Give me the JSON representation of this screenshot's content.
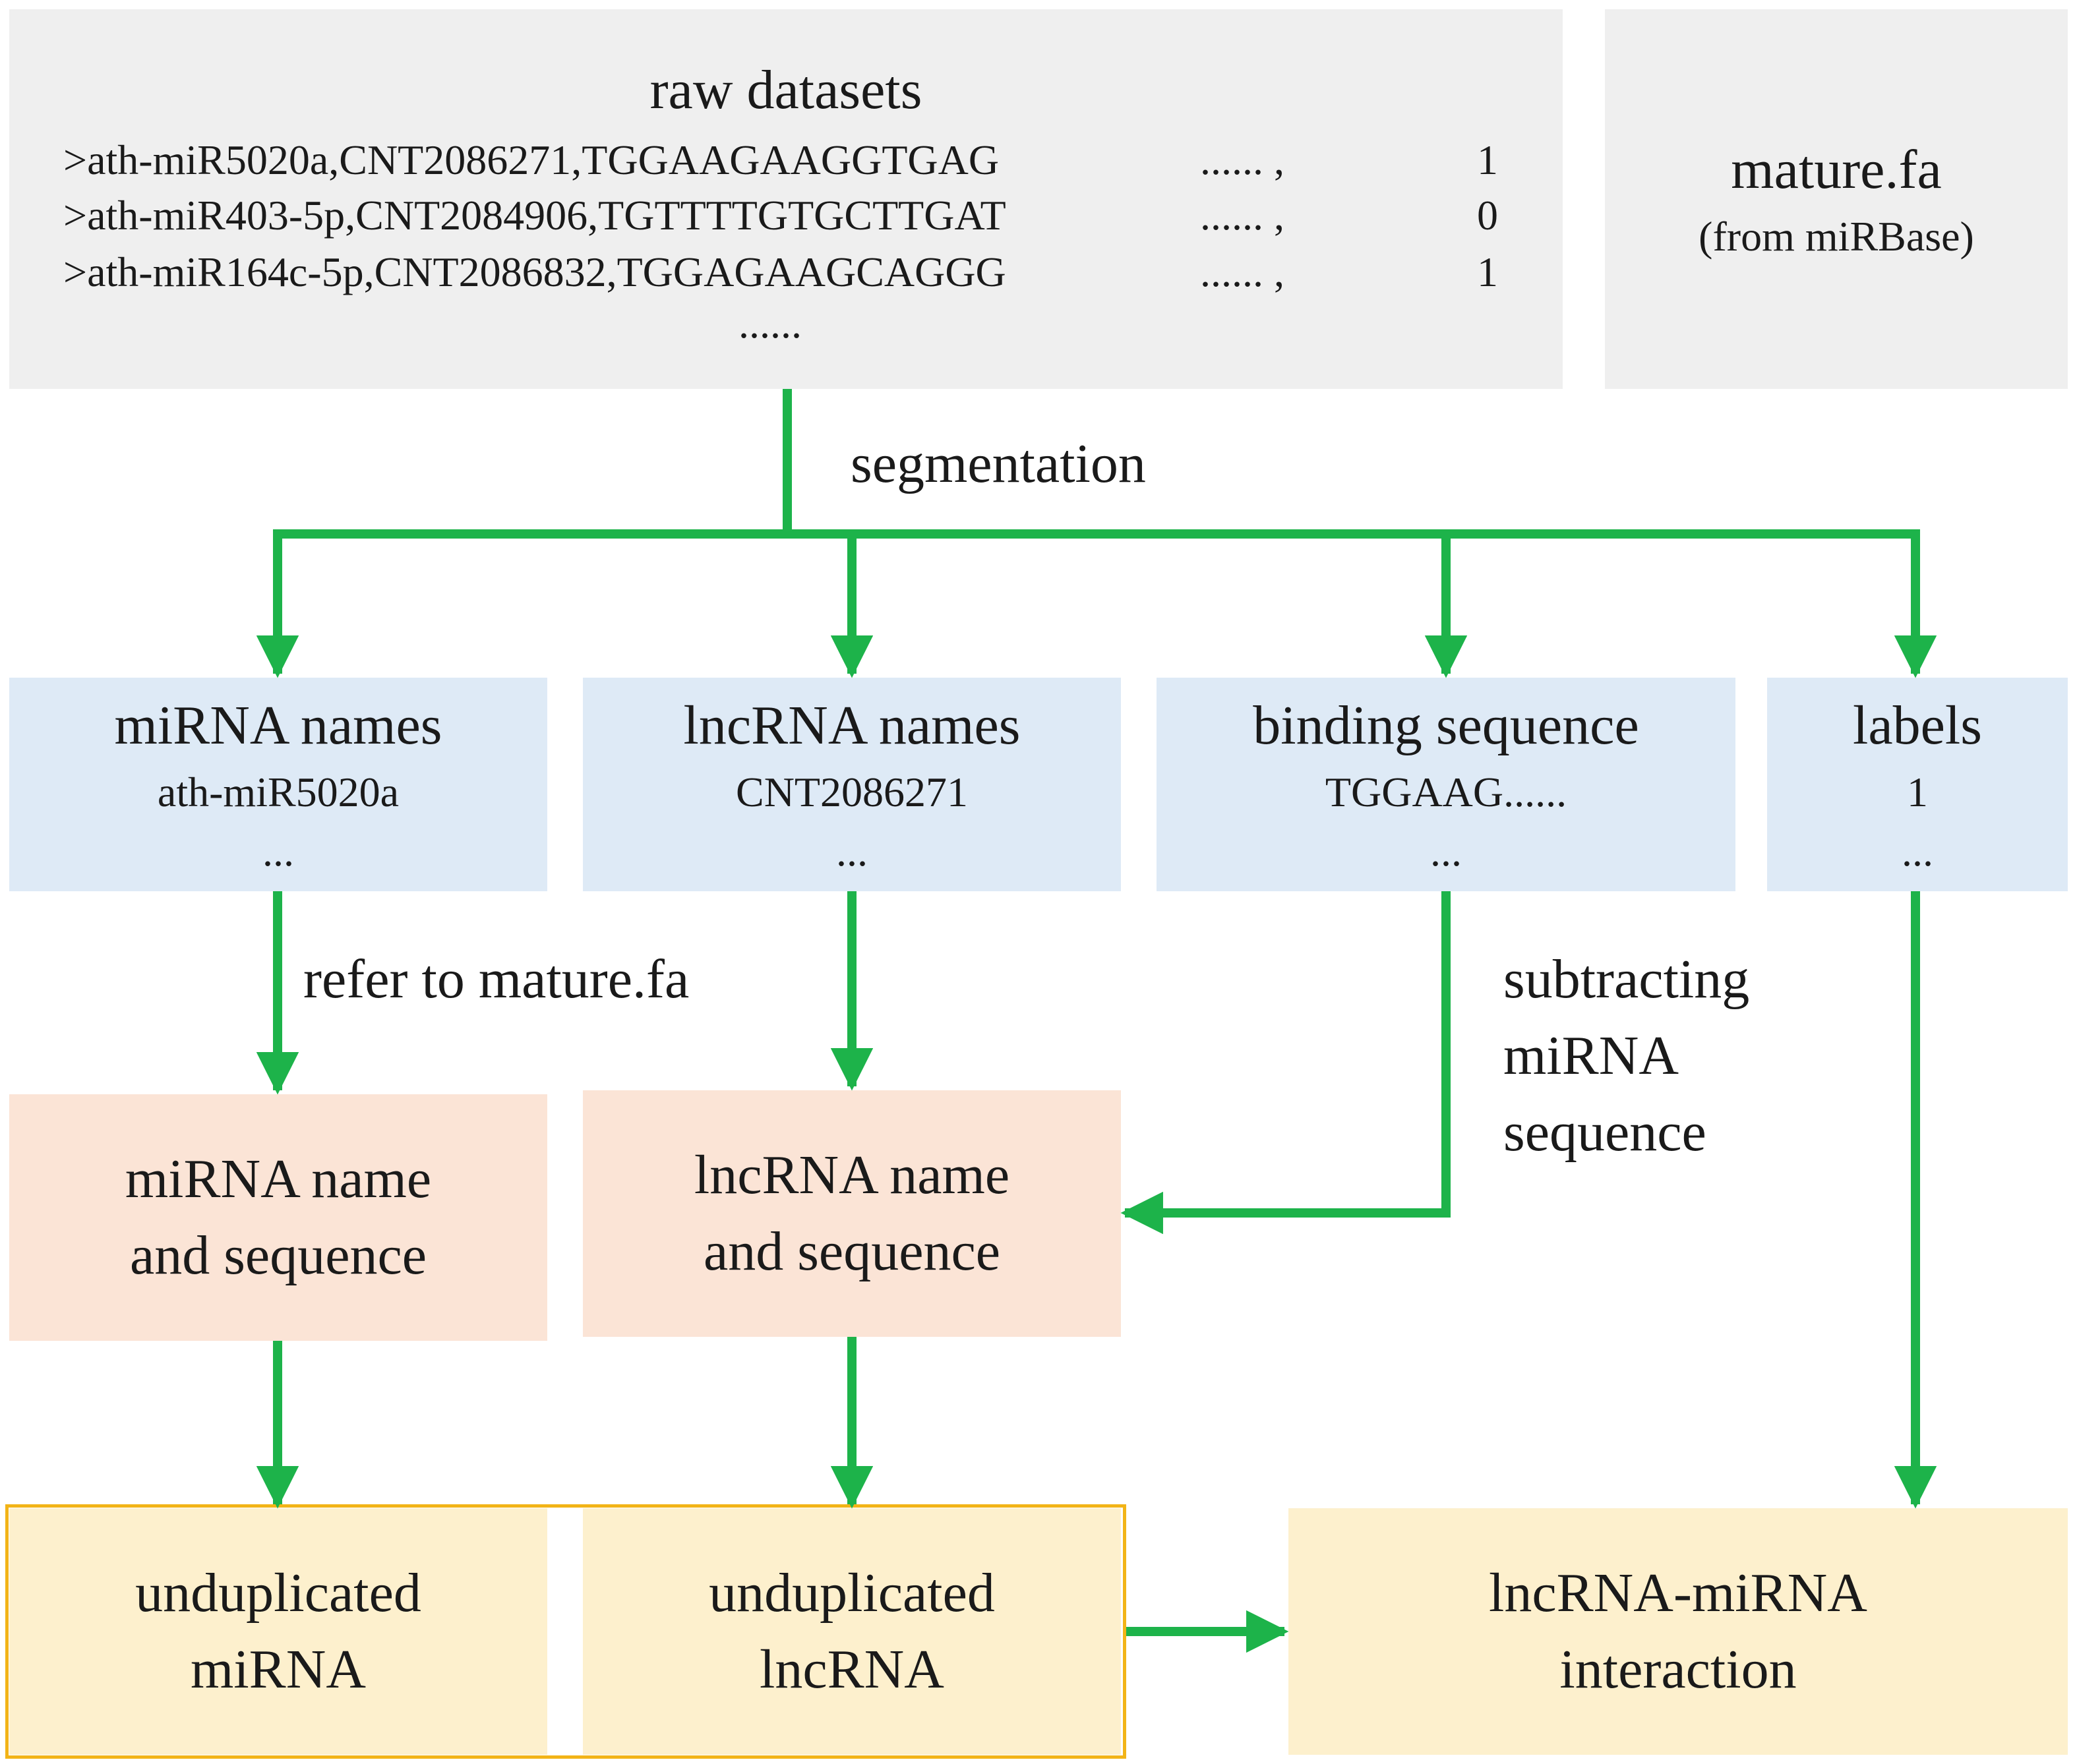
{
  "raw": {
    "title": "raw datasets",
    "rows": [
      {
        "name": ">ath-miR5020a,CNT2086271,TGGAAGAAGGTGAG",
        "more": "...... ,",
        "label": "1"
      },
      {
        "name": ">ath-miR403-5p,CNT2084906,TGTTTTGTGCTTGAT",
        "more": "...... ,",
        "label": "0"
      },
      {
        "name": ">ath-miR164c-5p,CNT2086832,TGGAGAAGCAGGG",
        "more": "...... ,",
        "label": "1"
      }
    ],
    "ellipsis": "......"
  },
  "mature": {
    "title": "mature.fa",
    "subtitle": "(from miRBase)"
  },
  "edges": {
    "segmentation": "segmentation",
    "refer": "refer to mature.fa",
    "subtract_line1": "subtracting",
    "subtract_line2": "miRNA",
    "subtract_line3": "sequence"
  },
  "segments": [
    {
      "title": "miRNA names",
      "example": "ath-miR5020a",
      "ellipsis": "..."
    },
    {
      "title": "lncRNA names",
      "example": "CNT2086271",
      "ellipsis": "..."
    },
    {
      "title": "binding sequence",
      "example": "TGGAAG......",
      "ellipsis": "..."
    },
    {
      "title": "labels",
      "example": "1",
      "ellipsis": "..."
    }
  ],
  "pairs": {
    "mirna_line1": "miRNA name",
    "mirna_line2": "and sequence",
    "lncrna_line1": "lncRNA name",
    "lncrna_line2": "and sequence"
  },
  "final": {
    "umirna_line1": "unduplicated",
    "umirna_line2": "miRNA",
    "ulncrna_line1": "unduplicated",
    "ulncrna_line2": "lncRNA",
    "inter_line1": "lncRNA-miRNA",
    "inter_line2": "interaction"
  },
  "colors": {
    "arrow": "#1db34a",
    "highlight_border": "#f2b417"
  }
}
